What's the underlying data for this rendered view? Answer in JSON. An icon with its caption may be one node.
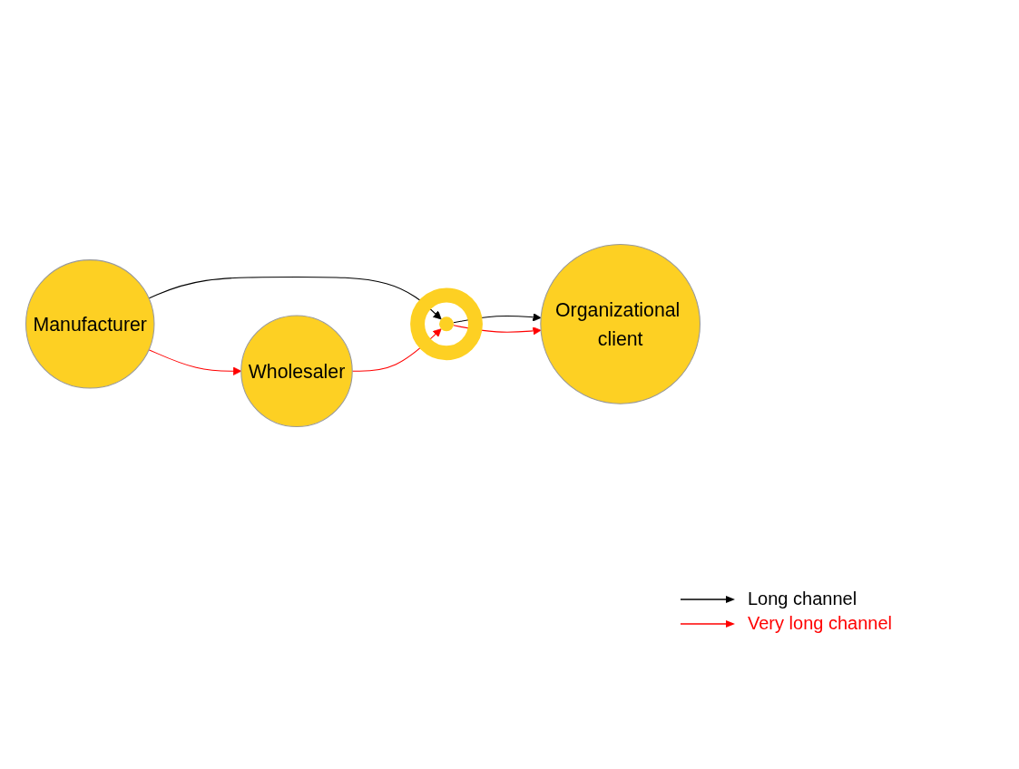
{
  "diagram": {
    "nodes": [
      {
        "text": [
          "Manufacturer"
        ]
      },
      {
        "text": [],
        "shape": "circle"
      },
      {
        "text": [
          "Organizational client"
        ]
      },
      {
        "text": [
          "Wholesaler"
        ]
      }
    ],
    "edges": [
      {
        "from": 0,
        "to": 1,
        "arrow": "to",
        "color": "#000000"
      },
      {
        "from": 1,
        "to": 2,
        "arrow": "to",
        "color": "#000000"
      },
      {
        "from": 1,
        "to": 2,
        "arrow": "to",
        "color": "#ff0000"
      },
      {
        "from": 0,
        "to": 3,
        "arrow": "to",
        "color": "#ff0000"
      },
      {
        "from": 3,
        "to": 1,
        "arrow": "to",
        "color": "#ff0000"
      }
    ],
    "legend": [
      {
        "text": "Long channel"
      },
      {
        "text": "Very long channel"
      }
    ]
  }
}
